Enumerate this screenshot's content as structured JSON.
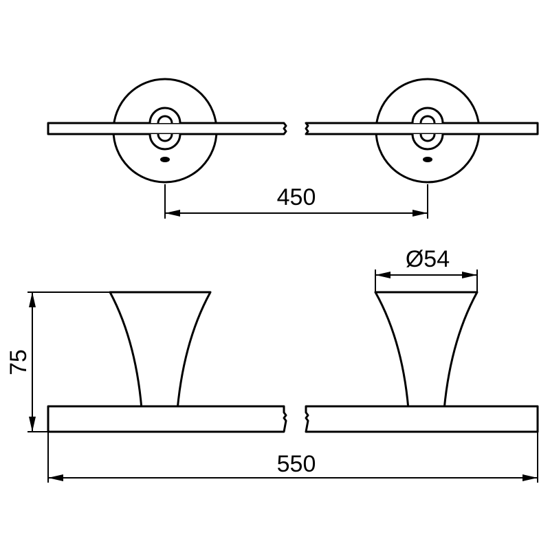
{
  "dimensions": {
    "distance_between_mounts": "450",
    "overall_length": "550",
    "projection": "75",
    "flange_diameter": "Ø54"
  },
  "colors": {
    "line": "#000000",
    "background": "#ffffff"
  }
}
